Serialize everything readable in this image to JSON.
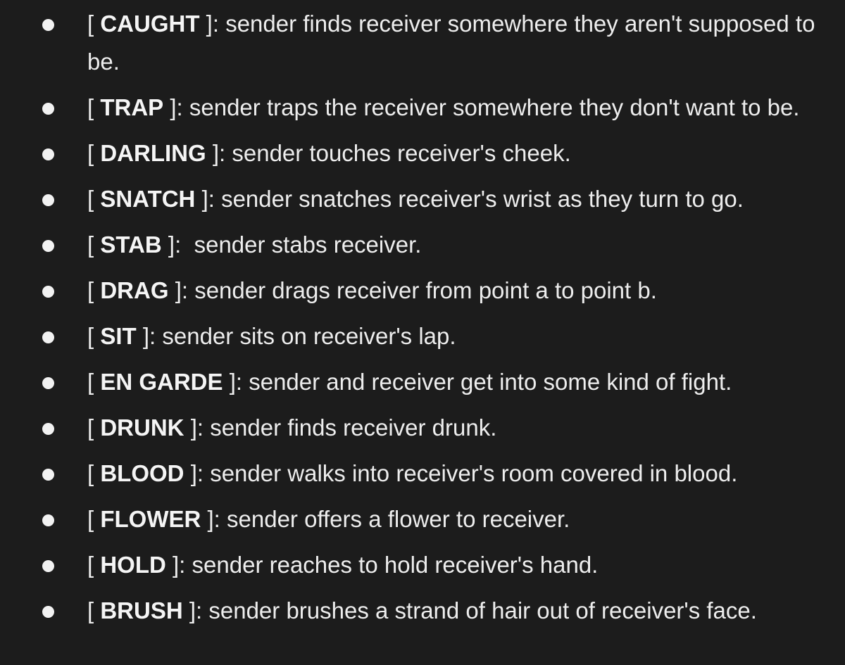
{
  "colors": {
    "background": "#1c1c1c",
    "text": "#ededed",
    "bullet": "#f2f2f2"
  },
  "items": [
    {
      "keyword": "CAUGHT",
      "separator": "]: ",
      "description": "sender finds receiver somewhere they aren't supposed to be."
    },
    {
      "keyword": "TRAP",
      "separator": "]: ",
      "description": "sender traps the receiver somewhere they don't want to be."
    },
    {
      "keyword": "DARLING",
      "separator": "]: ",
      "description": "sender touches receiver's cheek."
    },
    {
      "keyword": "SNATCH",
      "separator": "]: ",
      "description": "sender snatches receiver's wrist as they turn to go."
    },
    {
      "keyword": "STAB",
      "separator": "]:  ",
      "description": "sender stabs receiver."
    },
    {
      "keyword": "DRAG",
      "separator": "]: ",
      "description": "sender drags receiver from point a to point b."
    },
    {
      "keyword": "SIT",
      "separator": "]: ",
      "description": "sender sits on receiver's lap."
    },
    {
      "keyword": "EN GARDE",
      "separator": "]: ",
      "description": "sender and receiver get into some kind of fight."
    },
    {
      "keyword": "DRUNK",
      "separator": "]: ",
      "description": "sender finds receiver drunk."
    },
    {
      "keyword": "BLOOD",
      "separator": "]: ",
      "description": "sender walks into receiver's room covered in blood."
    },
    {
      "keyword": "FLOWER",
      "separator": "]: ",
      "description": "sender offers a flower to receiver."
    },
    {
      "keyword": "HOLD",
      "separator": "]: ",
      "description": "sender reaches to hold receiver's hand."
    },
    {
      "keyword": "BRUSH",
      "separator": "]: ",
      "description": "sender brushes a strand of hair out of receiver's face."
    }
  ]
}
